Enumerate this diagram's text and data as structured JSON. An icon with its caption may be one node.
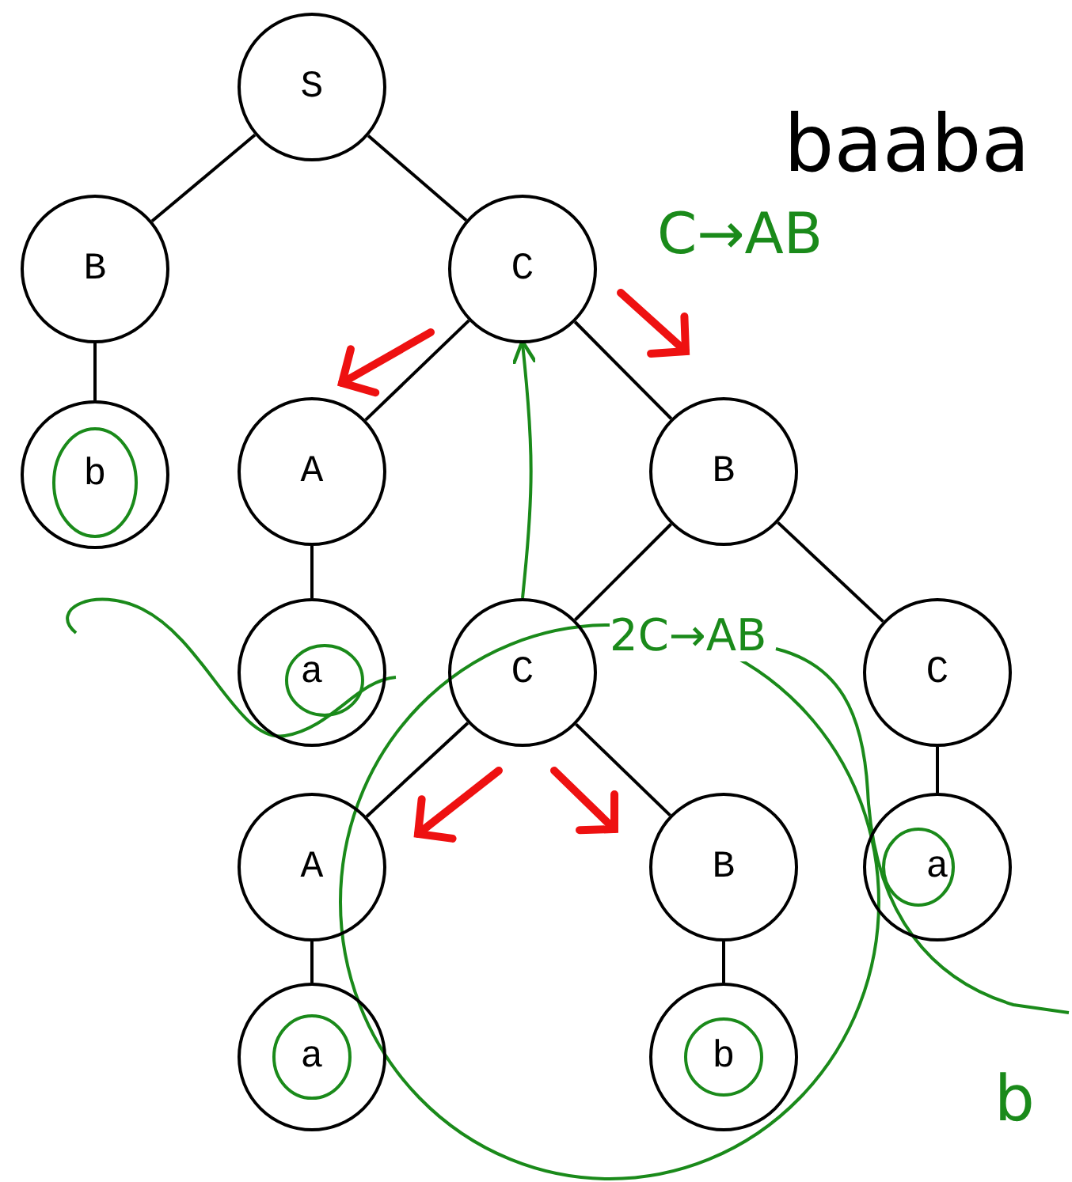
{
  "diagram": {
    "nodes": [
      {
        "text": [
          "S"
        ]
      },
      {
        "text": [
          "B"
        ]
      },
      {
        "text": [
          "C"
        ]
      },
      {
        "text": [
          "b"
        ]
      },
      {
        "text": [
          "A"
        ]
      },
      {
        "text": [
          "B"
        ]
      },
      {
        "text": [
          "a"
        ]
      },
      {
        "text": [
          "C"
        ]
      },
      {
        "text": [
          "C"
        ]
      },
      {
        "text": [
          "A"
        ]
      },
      {
        "text": [
          "B"
        ]
      },
      {
        "text": [
          "a"
        ]
      },
      {
        "text": [
          "a"
        ]
      },
      {
        "text": [
          "b"
        ]
      }
    ],
    "edges": [
      {
        "from": 0,
        "to": 1,
        "arrow": "none"
      },
      {
        "from": 0,
        "to": 2,
        "arrow": "none"
      },
      {
        "from": 1,
        "to": 3,
        "arrow": "none"
      },
      {
        "from": 2,
        "to": 4,
        "arrow": "none"
      },
      {
        "from": 2,
        "to": 5,
        "arrow": "none"
      },
      {
        "from": 4,
        "to": 6,
        "arrow": "none"
      },
      {
        "from": 5,
        "to": 7,
        "arrow": "none"
      },
      {
        "from": 5,
        "to": 8,
        "arrow": "none"
      },
      {
        "from": 7,
        "to": 9,
        "arrow": "none"
      },
      {
        "from": 7,
        "to": 10,
        "arrow": "none"
      },
      {
        "from": 8,
        "to": 11,
        "arrow": "none"
      },
      {
        "from": 9,
        "to": 12,
        "arrow": "none"
      },
      {
        "from": 10,
        "to": 13,
        "arrow": "none"
      },
      {
        "from": 7,
        "to": 2,
        "arrow": "to",
        "color": "#1a8a1a"
      }
    ],
    "labels": [
      "baaba",
      "C→AB",
      "2C→AB",
      "b"
    ]
  }
}
